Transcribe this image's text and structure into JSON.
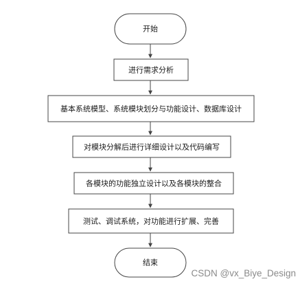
{
  "diagram": {
    "start": "开始",
    "steps": [
      "进行需求分析",
      "基本系统模型、系统模块划分与功能设计、数据库设计",
      "对模块分解后进行详细设计以及代码编写",
      "各模块的功能独立设计以及各模块的整合",
      "测试、调试系统，对功能进行扩展、完善"
    ],
    "end": "结束"
  },
  "watermark": "CSDN @vx_Biye_Design",
  "colors": {
    "stroke": "#444444",
    "box_fill": "#ffffff",
    "text": "#1a1a1a",
    "watermark": "#8a8a8a"
  }
}
